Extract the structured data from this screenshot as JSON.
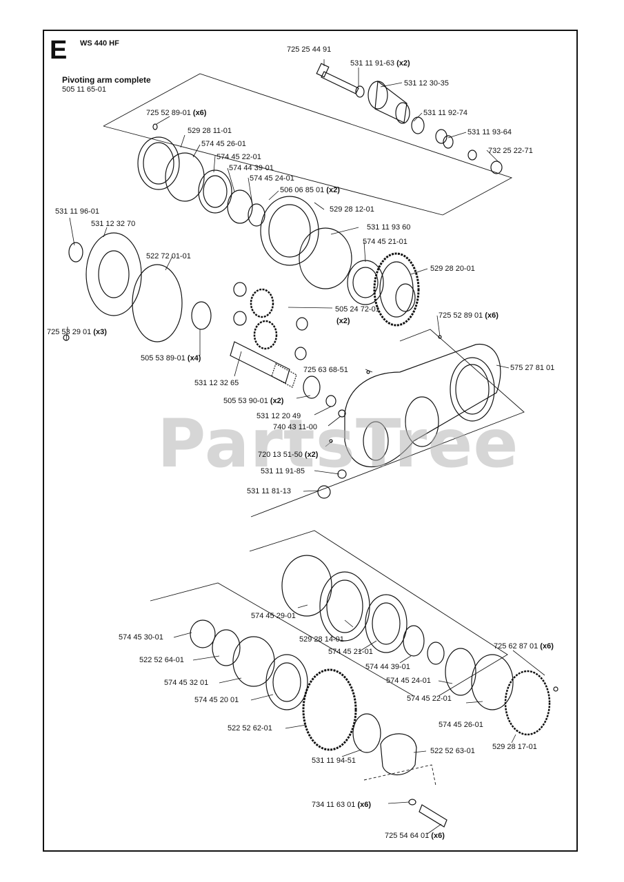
{
  "section": "E",
  "model": "WS 440 HF",
  "group": {
    "title": "Pivoting arm complete",
    "part_number": "505 11 65-01"
  },
  "watermark": "PartsTree",
  "parts": [
    {
      "id": "p01",
      "number": "725 25 44 91",
      "qty": ""
    },
    {
      "id": "p02",
      "number": "531 11 91-63",
      "qty": "(x2)"
    },
    {
      "id": "p03",
      "number": "531 12 30-35",
      "qty": ""
    },
    {
      "id": "p04",
      "number": "531 11 92-74",
      "qty": ""
    },
    {
      "id": "p05",
      "number": "531 11 93-64",
      "qty": ""
    },
    {
      "id": "p06",
      "number": "732 25 22-71",
      "qty": ""
    },
    {
      "id": "p07",
      "number": "725 52 89-01",
      "qty": "(x6)"
    },
    {
      "id": "p08",
      "number": "529 28 11-01",
      "qty": ""
    },
    {
      "id": "p09",
      "number": "574 45 26-01",
      "qty": ""
    },
    {
      "id": "p10",
      "number": "574 45 22-01",
      "qty": ""
    },
    {
      "id": "p11",
      "number": "574 44 39-01",
      "qty": ""
    },
    {
      "id": "p12",
      "number": "574 45 24-01",
      "qty": ""
    },
    {
      "id": "p13",
      "number": "506 06 85 01",
      "qty": "(x2)"
    },
    {
      "id": "p14",
      "number": "529 28 12-01",
      "qty": ""
    },
    {
      "id": "p15",
      "number": "531 11 96-01",
      "qty": ""
    },
    {
      "id": "p16",
      "number": "531 12 32 70",
      "qty": ""
    },
    {
      "id": "p17",
      "number": "531 11 93 60",
      "qty": ""
    },
    {
      "id": "p18",
      "number": "574 45 21-01",
      "qty": ""
    },
    {
      "id": "p19",
      "number": "522 72 01-01",
      "qty": ""
    },
    {
      "id": "p20",
      "number": "529 28 20-01",
      "qty": ""
    },
    {
      "id": "p21",
      "number": "505 24 72-01",
      "qty": ""
    },
    {
      "id": "p22",
      "number": "",
      "qty": "(x2)"
    },
    {
      "id": "p23",
      "number": "725 52 89 01",
      "qty": "(x6)"
    },
    {
      "id": "p24",
      "number": "725 53 29 01",
      "qty": "(x3)"
    },
    {
      "id": "p25",
      "number": "505 53 89-01",
      "qty": "(x4)"
    },
    {
      "id": "p26",
      "number": "725 63 68-51",
      "qty": ""
    },
    {
      "id": "p27",
      "number": "575 27 81 01",
      "qty": ""
    },
    {
      "id": "p28",
      "number": "531 12 32 65",
      "qty": ""
    },
    {
      "id": "p29",
      "number": "505 53 90-01",
      "qty": "(x2)"
    },
    {
      "id": "p30",
      "number": "531 12 20 49",
      "qty": ""
    },
    {
      "id": "p31",
      "number": "740 43 11-00",
      "qty": ""
    },
    {
      "id": "p32",
      "number": "720 13 51-50",
      "qty": "(x2)"
    },
    {
      "id": "p33",
      "number": "531 11 91-85",
      "qty": ""
    },
    {
      "id": "p34",
      "number": "531 11 81-13",
      "qty": ""
    },
    {
      "id": "p35",
      "number": "574 45 29-01",
      "qty": ""
    },
    {
      "id": "p36",
      "number": "574 45 30-01",
      "qty": ""
    },
    {
      "id": "p37",
      "number": "529 28 14-01",
      "qty": ""
    },
    {
      "id": "p38",
      "number": "574 45 21-01",
      "qty": ""
    },
    {
      "id": "p39",
      "number": "725 62 87 01",
      "qty": "(x6)"
    },
    {
      "id": "p40",
      "number": "522 52 64-01",
      "qty": ""
    },
    {
      "id": "p41",
      "number": "574 44 39-01",
      "qty": ""
    },
    {
      "id": "p42",
      "number": "574 45 24-01",
      "qty": ""
    },
    {
      "id": "p43",
      "number": "574 45 32 01",
      "qty": ""
    },
    {
      "id": "p44",
      "number": "574 45 22-01",
      "qty": ""
    },
    {
      "id": "p45",
      "number": "574 45 20 01",
      "qty": ""
    },
    {
      "id": "p46",
      "number": "574 45 26-01",
      "qty": ""
    },
    {
      "id": "p47",
      "number": "522 52 62-01",
      "qty": ""
    },
    {
      "id": "p48",
      "number": "529 28 17-01",
      "qty": ""
    },
    {
      "id": "p49",
      "number": "522 52 63-01",
      "qty": ""
    },
    {
      "id": "p50",
      "number": "531 11 94-51",
      "qty": ""
    },
    {
      "id": "p51",
      "number": "734 11 63 01",
      "qty": "(x6)"
    },
    {
      "id": "p52",
      "number": "725 54 64 01",
      "qty": "(x6)"
    }
  ]
}
